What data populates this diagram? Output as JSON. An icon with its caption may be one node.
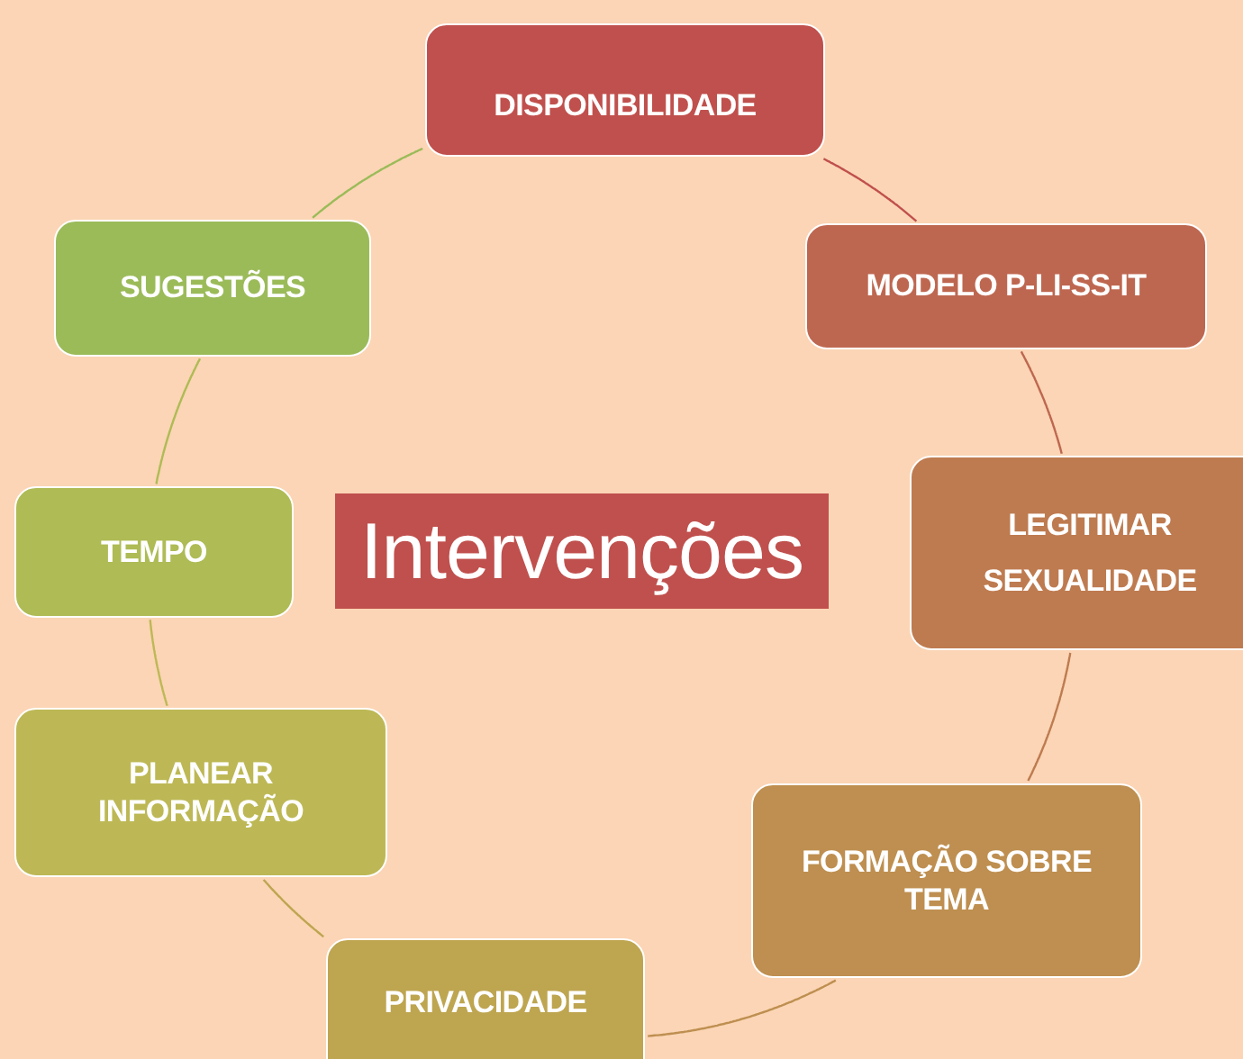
{
  "diagram": {
    "nodes": [
      {
        "text": [
          "DISPONIBILIDADE"
        ]
      },
      {
        "text": [
          "MODELO P-LI-SS-IT"
        ]
      },
      {
        "text": [
          "LEGITIMAR SEXUALIDADE"
        ]
      },
      {
        "text": [
          "FORMAÇÃO SOBRE TEMA"
        ]
      },
      {
        "text": [
          "PRIVACIDADE"
        ]
      },
      {
        "text": [
          "PLANEAR INFORMAÇÃO"
        ]
      },
      {
        "text": [
          "TEMPO"
        ]
      },
      {
        "text": [
          "SUGESTÕES"
        ]
      },
      {
        "text": [
          "Intervenções"
        ]
      }
    ],
    "edges": [
      {
        "from": 0,
        "to": 1,
        "arrow": "none",
        "color": "#c0504d"
      },
      {
        "from": 1,
        "to": 2,
        "arrow": "none",
        "color": "#be6750"
      },
      {
        "from": 2,
        "to": 3,
        "arrow": "none",
        "color": "#be7b50"
      },
      {
        "from": 3,
        "to": 4,
        "arrow": "none",
        "color": "#be8f50"
      },
      {
        "from": 4,
        "to": 5,
        "arrow": "none",
        "color": "#bea550"
      },
      {
        "from": 5,
        "to": 6,
        "arrow": "none",
        "color": "#bdb855"
      },
      {
        "from": 6,
        "to": 7,
        "arrow": "none",
        "color": "#afbb55"
      },
      {
        "from": 7,
        "to": 0,
        "arrow": "none",
        "color": "#9bbb59"
      }
    ]
  }
}
